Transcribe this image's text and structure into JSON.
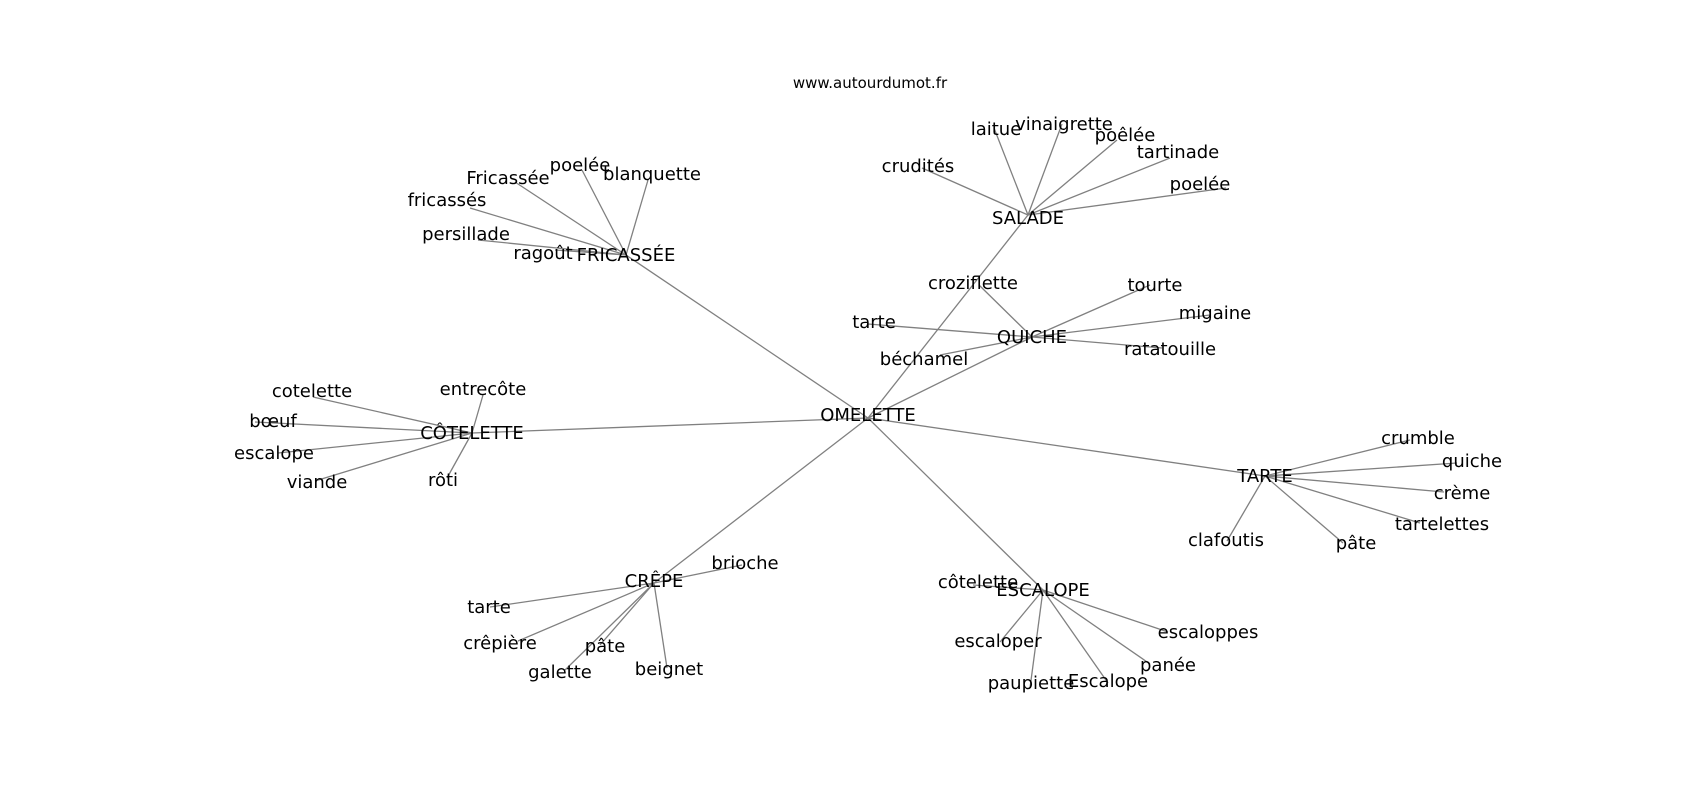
{
  "site": "www.autourdumot.fr",
  "edge_color": "#808080",
  "text_color": "#000000",
  "graph": {
    "root": "OMELETTE",
    "clusters": [
      {
        "hub": "SALADE",
        "leaves": [
          "crudités",
          "laitue",
          "vinaigrette",
          "poêlée",
          "tartinade",
          "poelée"
        ]
      },
      {
        "hub": "QUICHE",
        "leaves": [
          "croziflette",
          "tourte",
          "migaine",
          "tarte",
          "béchamel",
          "ratatouille"
        ]
      },
      {
        "hub": "FRICASSÉE",
        "leaves": [
          "Fricassée",
          "poelée",
          "blanquette",
          "fricassés",
          "persillade",
          "ragoût"
        ]
      },
      {
        "hub": "CÔTELETTE",
        "leaves": [
          "cotelette",
          "entrecôte",
          "bœuf",
          "escalope",
          "viande",
          "rôti"
        ]
      },
      {
        "hub": "TARTE",
        "leaves": [
          "crumble",
          "quiche",
          "crème",
          "tartelettes",
          "pâte",
          "clafoutis"
        ]
      },
      {
        "hub": "CRÊPE",
        "leaves": [
          "brioche",
          "tarte",
          "crêpière",
          "pâte",
          "galette",
          "beignet"
        ]
      },
      {
        "hub": "ESCALOPE",
        "leaves": [
          "côtelette",
          "escaloper",
          "escaloppes",
          "panée",
          "paupiette",
          "Escalope"
        ]
      }
    ]
  }
}
